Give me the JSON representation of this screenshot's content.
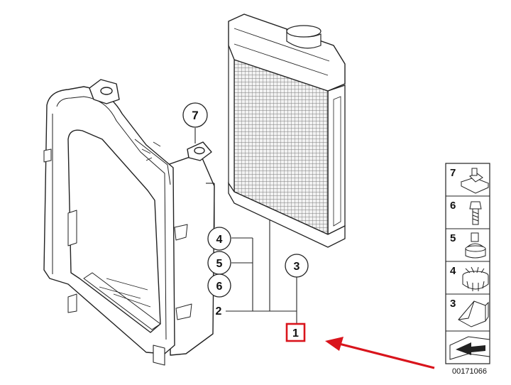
{
  "callouts": {
    "c7": "7",
    "c4": "4",
    "c5": "5",
    "c6": "6",
    "c2": "2",
    "c3": "3",
    "c1": "1"
  },
  "legend": {
    "items": [
      {
        "number": "7",
        "icon": "clip-nut-icon"
      },
      {
        "number": "6",
        "icon": "screw-icon"
      },
      {
        "number": "5",
        "icon": "rubber-mount-icon"
      },
      {
        "number": "4",
        "icon": "expanding-nut-icon"
      },
      {
        "number": "3",
        "icon": "bracket-clip-icon"
      },
      {
        "number": "",
        "icon": "arrow-sign-icon"
      }
    ]
  },
  "document_number": "00171066",
  "colors": {
    "highlight": "#d9141c",
    "arrow": "#d9141c",
    "line": "#222222",
    "core": "#c9c9c9"
  }
}
